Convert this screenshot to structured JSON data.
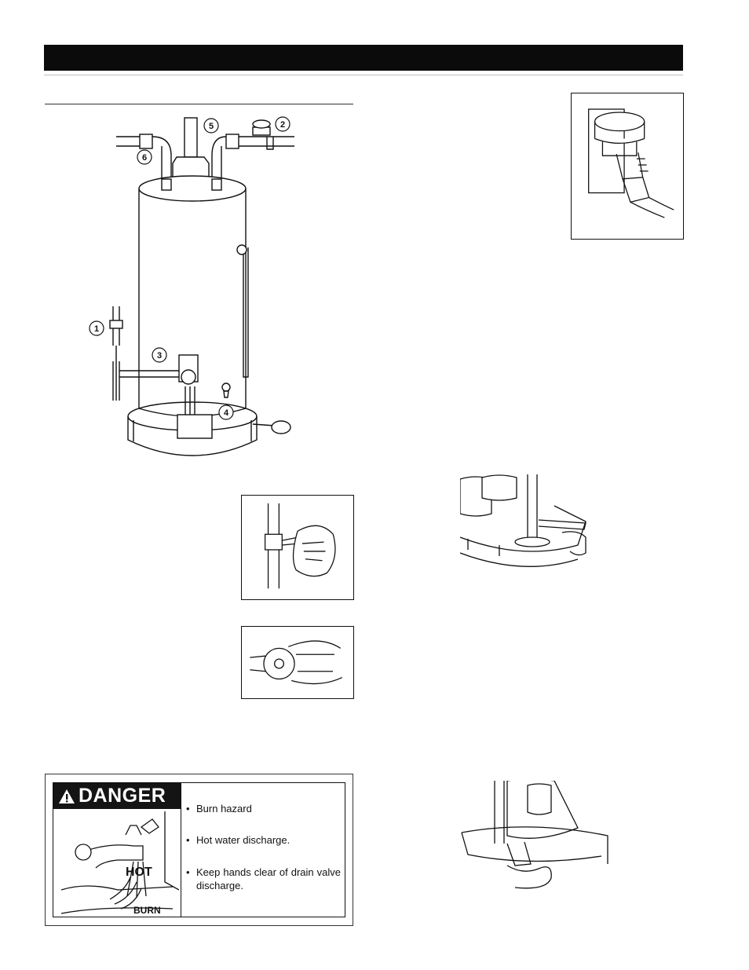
{
  "header": {
    "title": ""
  },
  "heater_diagram": {
    "callouts": [
      "1",
      "2",
      "3",
      "4",
      "5",
      "6"
    ]
  },
  "danger_label": {
    "signal_word": "DANGER",
    "icon": "warning-triangle-icon",
    "illustration_text": {
      "hot": "HOT",
      "burn": "BURN"
    },
    "items": [
      "Burn hazard",
      "Hot water discharge.",
      "Keep hands clear of drain valve discharge."
    ],
    "bullet": "•"
  }
}
